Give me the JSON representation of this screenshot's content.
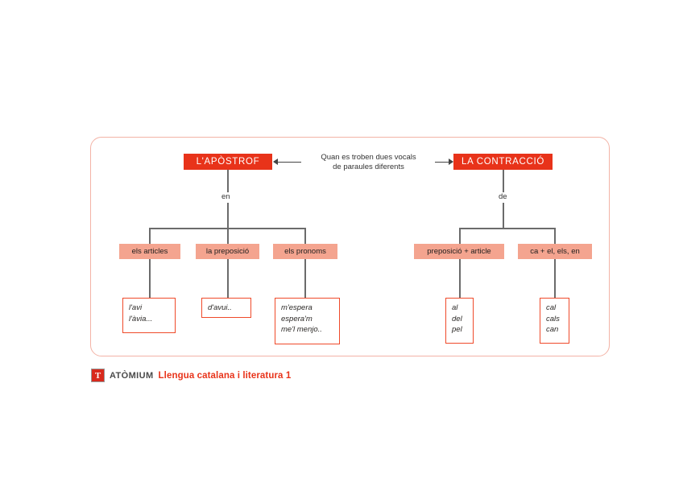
{
  "diagram": {
    "nodes": {
      "apostrof": "L'APÒSTROF",
      "contraccio": "LA CONTRACCIÓ"
    },
    "caption": {
      "line1": "Quan es troben dues vocals",
      "line2": "de paraules diferents"
    },
    "branch_labels": {
      "left": "en",
      "right": "de"
    },
    "categories": {
      "articles": "els articles",
      "preposicio": "la preposició",
      "pronoms": "els pronoms",
      "prep_article": "preposició + article",
      "ca_el": "ca + el, els, en"
    },
    "examples": {
      "articles": [
        "l'avi",
        "l'àvia..."
      ],
      "preposicio": [
        "d'avui.."
      ],
      "pronoms": [
        "m'espera",
        "espera'm",
        "me'l menjo.."
      ],
      "prep_article": [
        "al",
        "del",
        "pel"
      ],
      "ca_el": [
        "cal",
        "cals",
        "can"
      ]
    },
    "colors": {
      "title_box": "#e8331a",
      "category_box": "#f4a48f",
      "example_border": "#ef4a2a",
      "panel_border": "#f3b3a6",
      "connector": "#6b6b6b"
    }
  },
  "footer": {
    "logo_letter": "T",
    "brand": "ATÒMIUM",
    "title": "Llengua catalana i literatura 1"
  }
}
